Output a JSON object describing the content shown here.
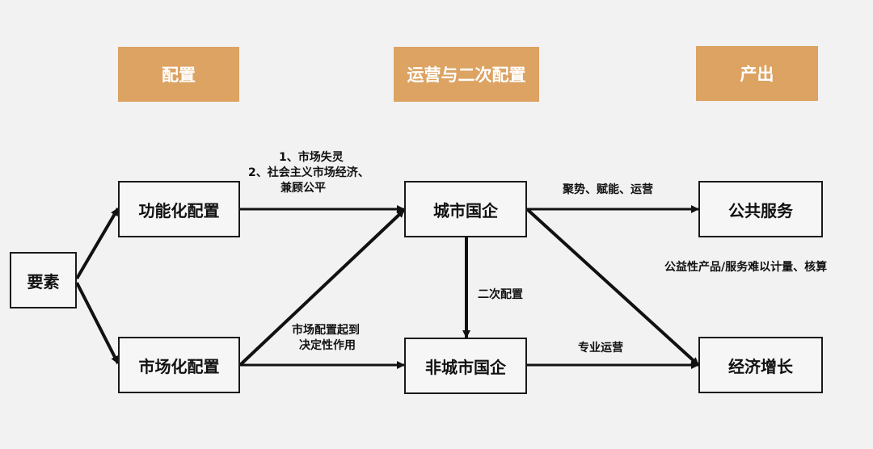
{
  "headers": {
    "config": "配置",
    "operation": "运营与二次配置",
    "output": "产出"
  },
  "nodes": {
    "elements": "要素",
    "functional_config": "功能化配置",
    "market_config": "市场化配置",
    "city_soe": "城市国企",
    "non_city_soe": "非城市国企",
    "public_service": "公共服务",
    "economic_growth": "经济增长"
  },
  "edge_labels": {
    "functional_line1": "1、市场失灵",
    "functional_line2": "2、社会主义市场经济、",
    "functional_line3": "兼顾公平",
    "market_line1": "市场配置起到",
    "market_line2": "决定性作用",
    "secondary_config": "二次配置",
    "to_public_service": "聚势、赋能、运营",
    "professional_operation": "专业运营",
    "public_note": "公益性产品/服务难以计量、核算"
  },
  "colors": {
    "header_fill": "#dca363",
    "header_text": "#ffffff",
    "background": "#f2f2f2",
    "stroke": "#111111"
  }
}
